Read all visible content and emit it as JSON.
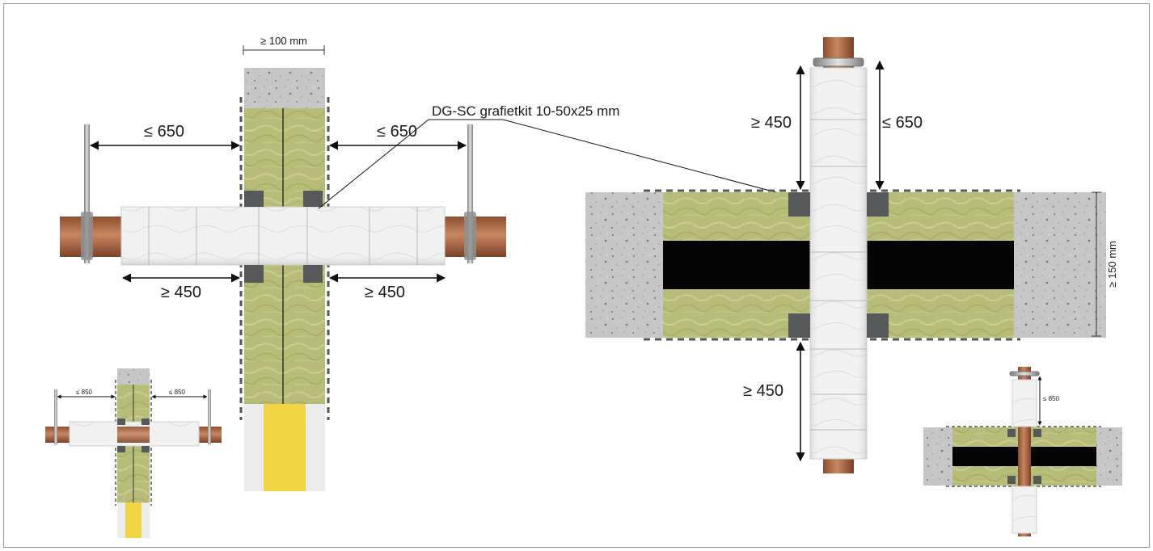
{
  "labels": {
    "wall_thickness": "≥ 100 mm",
    "material_callout": "DG-SC grafietkit 10-50x25 mm",
    "wall_hanger_left": "≤ 650",
    "wall_hanger_right": "≤ 650",
    "wall_insul_left": "≥ 450",
    "wall_insul_right": "≥ 450",
    "floor_above_insul": "≥ 450",
    "floor_above_hanger": "≤ 650",
    "floor_below_insul": "≥ 450",
    "floor_thickness": "≥ 150 mm",
    "mini_wall_left": "≤ 850",
    "mini_wall_right": "≤ 850",
    "mini_floor": "≤ 850"
  },
  "colors": {
    "concrete": "#c4c4c4",
    "mineral_wool": "#b9bf7a",
    "pipe_copper": "#b5714a",
    "pipe_insulation": "#f2f2f2",
    "sealant_block": "#56585a",
    "fire_board": "#050505",
    "yellow_fill": "#f0d545"
  }
}
